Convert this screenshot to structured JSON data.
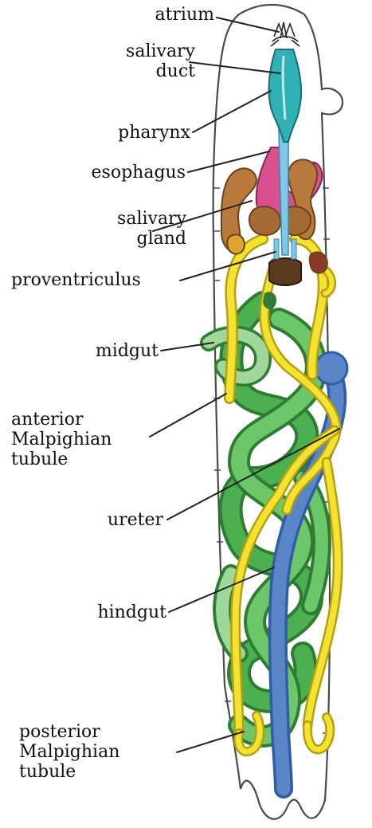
{
  "labels": {
    "atrium": "atrium",
    "salivary_duct": [
      "salivary",
      "duct"
    ],
    "pharynx": "pharynx",
    "esophagus": "esophagus",
    "salivary_gland": [
      "salivary",
      "gland"
    ],
    "proventriculus": "proventriculus",
    "midgut": "midgut",
    "anterior_malpighian_tubule": [
      "anterior",
      "Malpighian",
      "tubule"
    ],
    "ureter": "ureter",
    "hindgut": "hindgut",
    "posterior_malpighian_tubule": [
      "posterior",
      "Malpighian",
      "tubule"
    ]
  },
  "colors": {
    "body_outline": "#4a4a4a",
    "midgut": "#4caf50",
    "midgut_light": "#9fd89a",
    "malpighian_tubule": "#f4e233",
    "hindgut": "#5a86c8",
    "pharynx": "#2fb1b5",
    "salivary_duct": "#7fc8e8",
    "esophagus": "#d9508f",
    "salivary_gland": "#b87a3c",
    "proventriculus": "#5a3a1e",
    "leader_line": "#222222"
  }
}
